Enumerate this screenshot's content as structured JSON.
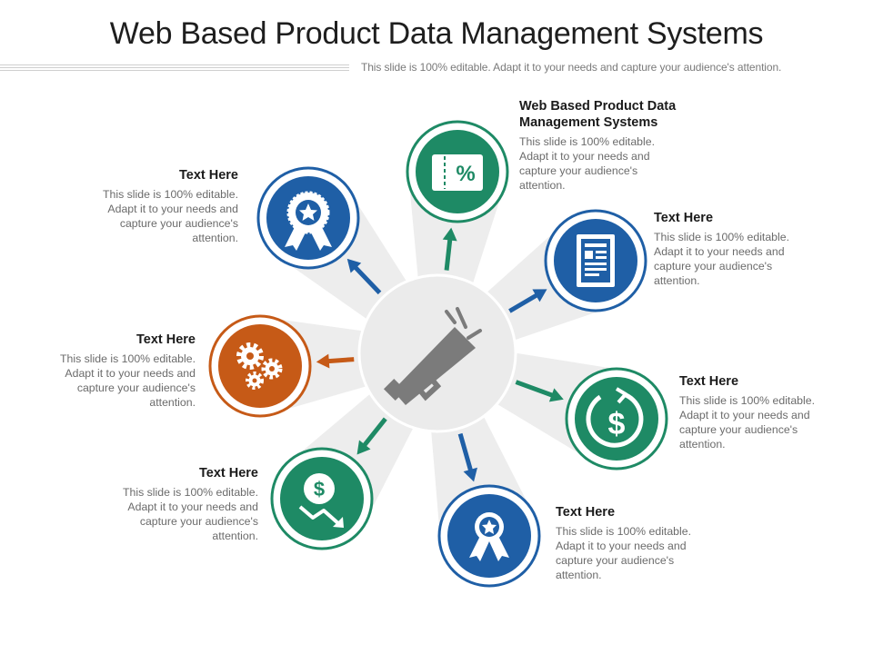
{
  "title": "Web Based Product Data Management Systems",
  "subtitle": "This slide is 100% editable. Adapt it to your needs and capture your audience's attention.",
  "colors": {
    "blue": "#1f5fa6",
    "green": "#1e8a65",
    "orange": "#c65a17",
    "hub": "#ececec",
    "ray": "#ededed",
    "icon_dark": "#7a7a7a"
  },
  "center": {
    "icon": "megaphone-icon"
  },
  "items": [
    {
      "icon": "ticket-percent-icon",
      "color": "green",
      "heading": "Web Based Product Data Management Systems",
      "text": "This slide is 100% editable. Adapt it to your needs and capture your audience's attention."
    },
    {
      "icon": "document-icon",
      "color": "blue",
      "heading": "Text Here",
      "text": "This slide is 100% editable. Adapt it to your needs and capture your audience's attention."
    },
    {
      "icon": "dollar-cycle-icon",
      "color": "green",
      "heading": "Text Here",
      "text": "This slide is 100% editable. Adapt it to your needs and capture your audience's attention."
    },
    {
      "icon": "award-ribbon-icon",
      "color": "blue",
      "heading": "Text Here",
      "text": "This slide is 100% editable. Adapt it to your needs and capture your audience's attention."
    },
    {
      "icon": "dollar-down-trend-icon",
      "color": "green",
      "heading": "Text Here",
      "text": "This slide is 100% editable. Adapt it to your needs and capture your audience's attention."
    },
    {
      "icon": "gears-icon",
      "color": "orange",
      "heading": "Text Here",
      "text": "This slide is 100% editable. Adapt it to your needs and capture your audience's attention."
    },
    {
      "icon": "award-badge-icon",
      "color": "blue",
      "heading": "Text Here",
      "text": "This slide is 100% editable. Adapt it to your needs and capture your audience's attention."
    }
  ]
}
